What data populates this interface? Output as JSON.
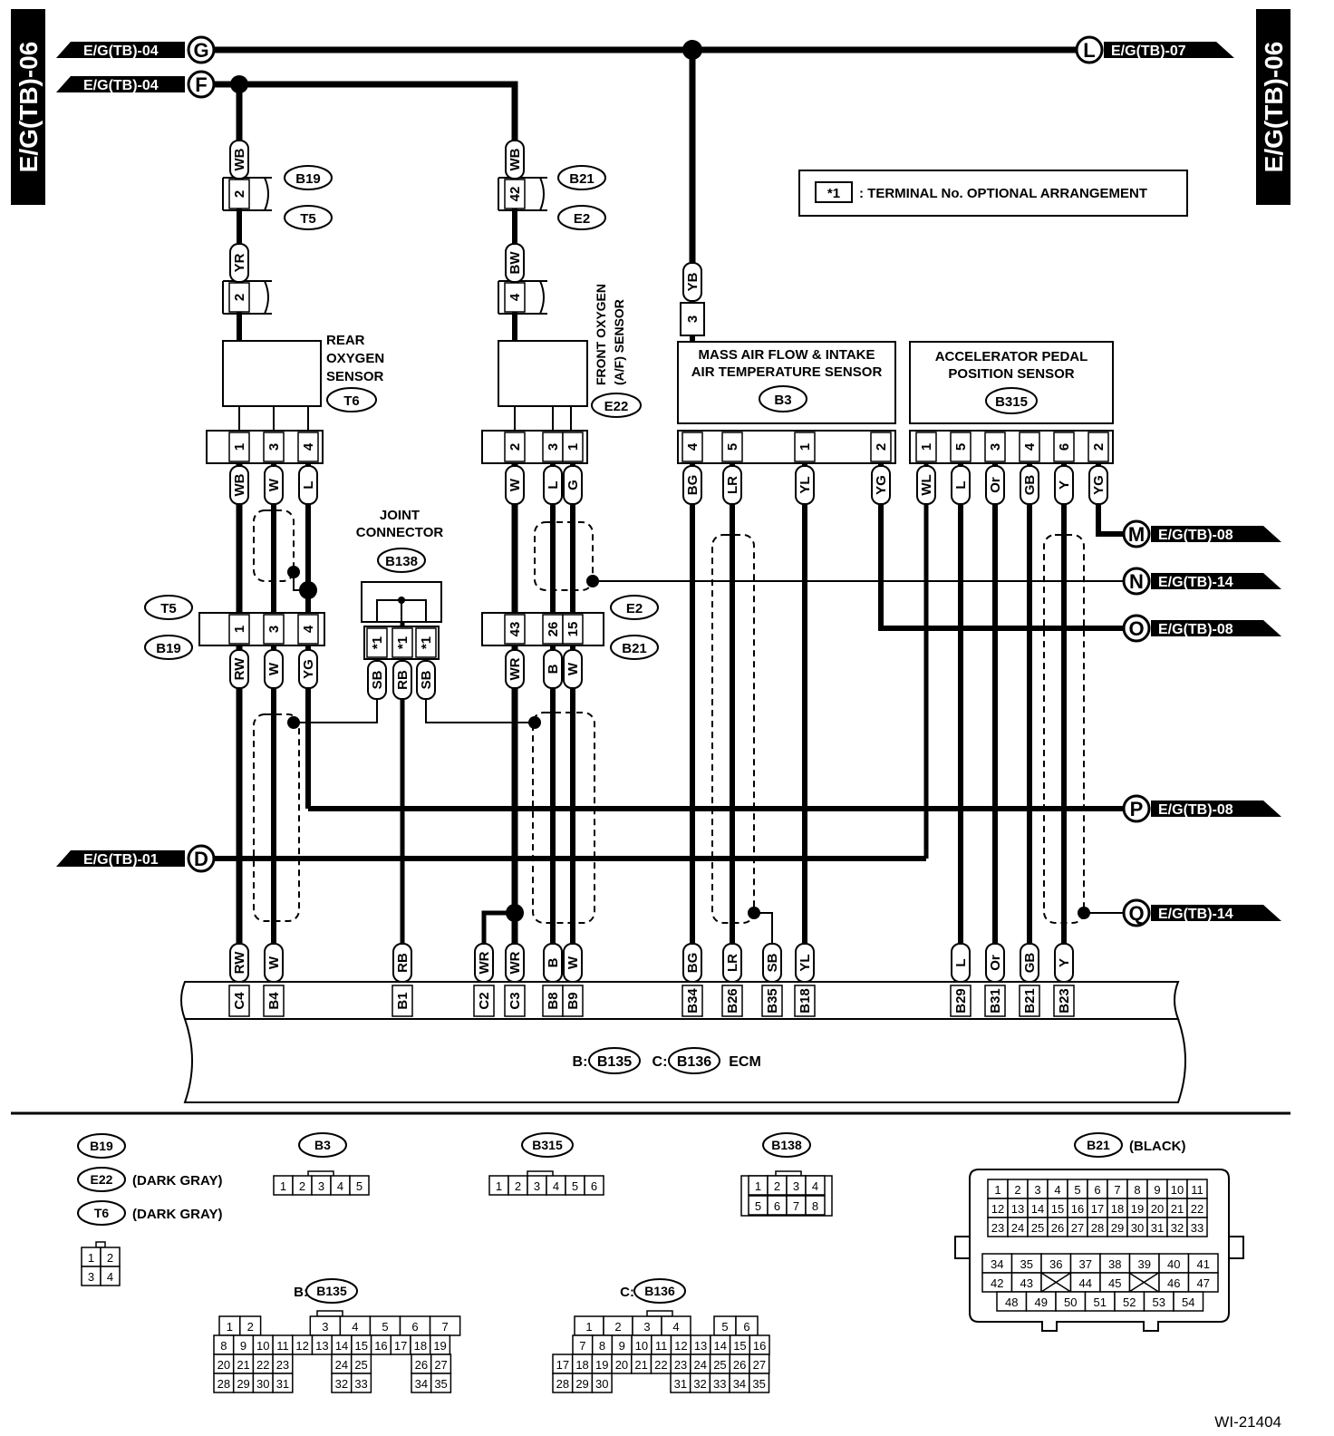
{
  "side_tabs": {
    "left": "E/G(TB)-06",
    "right": "E/G(TB)-06"
  },
  "connectors_in": [
    {
      "ref": "E/G(TB)-04",
      "letter": "G"
    },
    {
      "ref": "E/G(TB)-04",
      "letter": "F"
    },
    {
      "ref": "E/G(TB)-01",
      "letter": "D"
    }
  ],
  "connectors_out": [
    {
      "ref": "E/G(TB)-07",
      "letter": "L"
    },
    {
      "ref": "E/G(TB)-08",
      "letter": "M"
    },
    {
      "ref": "E/G(TB)-14",
      "letter": "N"
    },
    {
      "ref": "E/G(TB)-08",
      "letter": "O"
    },
    {
      "ref": "E/G(TB)-08",
      "letter": "P"
    },
    {
      "ref": "E/G(TB)-14",
      "letter": "Q"
    }
  ],
  "note": {
    "symbol": "*1",
    "text": ": TERMINAL No. OPTIONAL ARRANGEMENT"
  },
  "components": {
    "rear_o2": {
      "name": [
        "REAR",
        "OXYGEN",
        "SENSOR"
      ],
      "id": "T6"
    },
    "front_o2": {
      "name": [
        "FRONT OXYGEN",
        "(A/F) SENSOR"
      ],
      "id": "E22"
    },
    "maf": {
      "name": [
        "MASS AIR FLOW & INTAKE",
        "AIR TEMPERATURE SENSOR"
      ],
      "id": "B3"
    },
    "app": {
      "name": [
        "ACCELERATOR PEDAL",
        "POSITION SENSOR"
      ],
      "id": "B315"
    },
    "joint": {
      "name": [
        "JOINT",
        "CONNECTOR"
      ],
      "id": "B138"
    },
    "ecm": {
      "b_label": "B:",
      "b_id": "B135",
      "c_label": "C:",
      "c_id": "B136",
      "name": "ECM"
    }
  },
  "connector_ids": {
    "b19": "B19",
    "t5": "T5",
    "b21": "B21",
    "e2": "E2"
  },
  "pins": {
    "rear_top1": "2",
    "rear_top2": "2",
    "front_top1": "42",
    "front_top2": "4",
    "maf_top": "3",
    "rear_sensor": [
      "1",
      "3",
      "4"
    ],
    "front_sensor": [
      "2",
      "3",
      "1"
    ],
    "maf_sensor": [
      "4",
      "5",
      "1",
      "2"
    ],
    "app_sensor": [
      "1",
      "5",
      "3",
      "4",
      "6",
      "2"
    ],
    "rear_mid": [
      "1",
      "3",
      "4"
    ],
    "front_mid": [
      "43",
      "26",
      "15"
    ],
    "joint": [
      "*1",
      "*1",
      "*1"
    ],
    "ecm": [
      "C4",
      "B4",
      "B1",
      "C2",
      "C3",
      "B8",
      "B9",
      "B34",
      "B26",
      "B35",
      "B18",
      "B29",
      "B31",
      "B21",
      "B23"
    ]
  },
  "wires": {
    "rear_top": [
      "WB",
      "YR"
    ],
    "front_top": [
      "WB",
      "BW"
    ],
    "maf_top": "YB",
    "rear_sensor": [
      "WB",
      "W",
      "L"
    ],
    "front_sensor": [
      "W",
      "L",
      "G"
    ],
    "maf_sensor": [
      "BG",
      "LR",
      "YL",
      "YG"
    ],
    "app_sensor": [
      "WL",
      "L",
      "Or",
      "GB",
      "Y",
      "YG"
    ],
    "rear_mid": [
      "RW",
      "W",
      "YG"
    ],
    "front_mid": [
      "WR",
      "B",
      "W"
    ],
    "joint": [
      "SB",
      "RB",
      "SB"
    ],
    "ecm": [
      "RW",
      "W",
      "RB",
      "WR",
      "WR",
      "B",
      "W",
      "BG",
      "LR",
      "SB",
      "YL",
      "L",
      "Or",
      "GB",
      "Y"
    ]
  },
  "legend": {
    "b19": "B19",
    "e22": "E22",
    "e22_color": "(DARK GRAY)",
    "t6": "T6",
    "t6_color": "(DARK GRAY)",
    "b3": "B3",
    "b315": "B315",
    "b138": "B138",
    "b21": "B21",
    "b21_color": "(BLACK)",
    "b135_prefix": "B:",
    "b135": "B135",
    "b136_prefix": "C:",
    "b136": "B136",
    "t6_pins": [
      "1",
      "2",
      "3",
      "4"
    ],
    "b3_pins": [
      "1",
      "2",
      "3",
      "4",
      "5"
    ],
    "b315_pins": [
      "1",
      "2",
      "3",
      "4",
      "5",
      "6"
    ],
    "b138_pins": [
      "1",
      "2",
      "3",
      "4",
      "5",
      "6",
      "7",
      "8"
    ],
    "b21_pins": [
      "1",
      "2",
      "3",
      "4",
      "5",
      "6",
      "7",
      "8",
      "9",
      "10",
      "11",
      "12",
      "13",
      "14",
      "15",
      "16",
      "17",
      "18",
      "19",
      "20",
      "21",
      "22",
      "23",
      "24",
      "25",
      "26",
      "27",
      "28",
      "29",
      "30",
      "31",
      "32",
      "33",
      "34",
      "35",
      "36",
      "37",
      "38",
      "39",
      "40",
      "41",
      "42",
      "43",
      "44",
      "45",
      "46",
      "47",
      "48",
      "49",
      "50",
      "51",
      "52",
      "53",
      "54"
    ],
    "b135_rows": [
      [
        "1",
        "2",
        "",
        "3",
        "4",
        "5",
        "6",
        "7"
      ],
      [
        "8",
        "9",
        "10",
        "11",
        "12",
        "13",
        "14",
        "15",
        "16",
        "17",
        "18",
        "19"
      ],
      [
        "20",
        "21",
        "22",
        "23",
        "24",
        "25",
        "26",
        "27"
      ],
      [
        "28",
        "29",
        "30",
        "31",
        "32",
        "33",
        "34",
        "35"
      ]
    ],
    "b136_rows": [
      [
        "1",
        "2",
        "3",
        "4",
        "5",
        "6"
      ],
      [
        "7",
        "8",
        "9",
        "10",
        "11",
        "12",
        "13",
        "14",
        "15",
        "16"
      ],
      [
        "17",
        "18",
        "19",
        "20",
        "21",
        "22",
        "23",
        "24",
        "25",
        "26",
        "27"
      ],
      [
        "28",
        "29",
        "30",
        "31",
        "32",
        "33",
        "34",
        "35"
      ]
    ]
  },
  "code": "WI-21404"
}
